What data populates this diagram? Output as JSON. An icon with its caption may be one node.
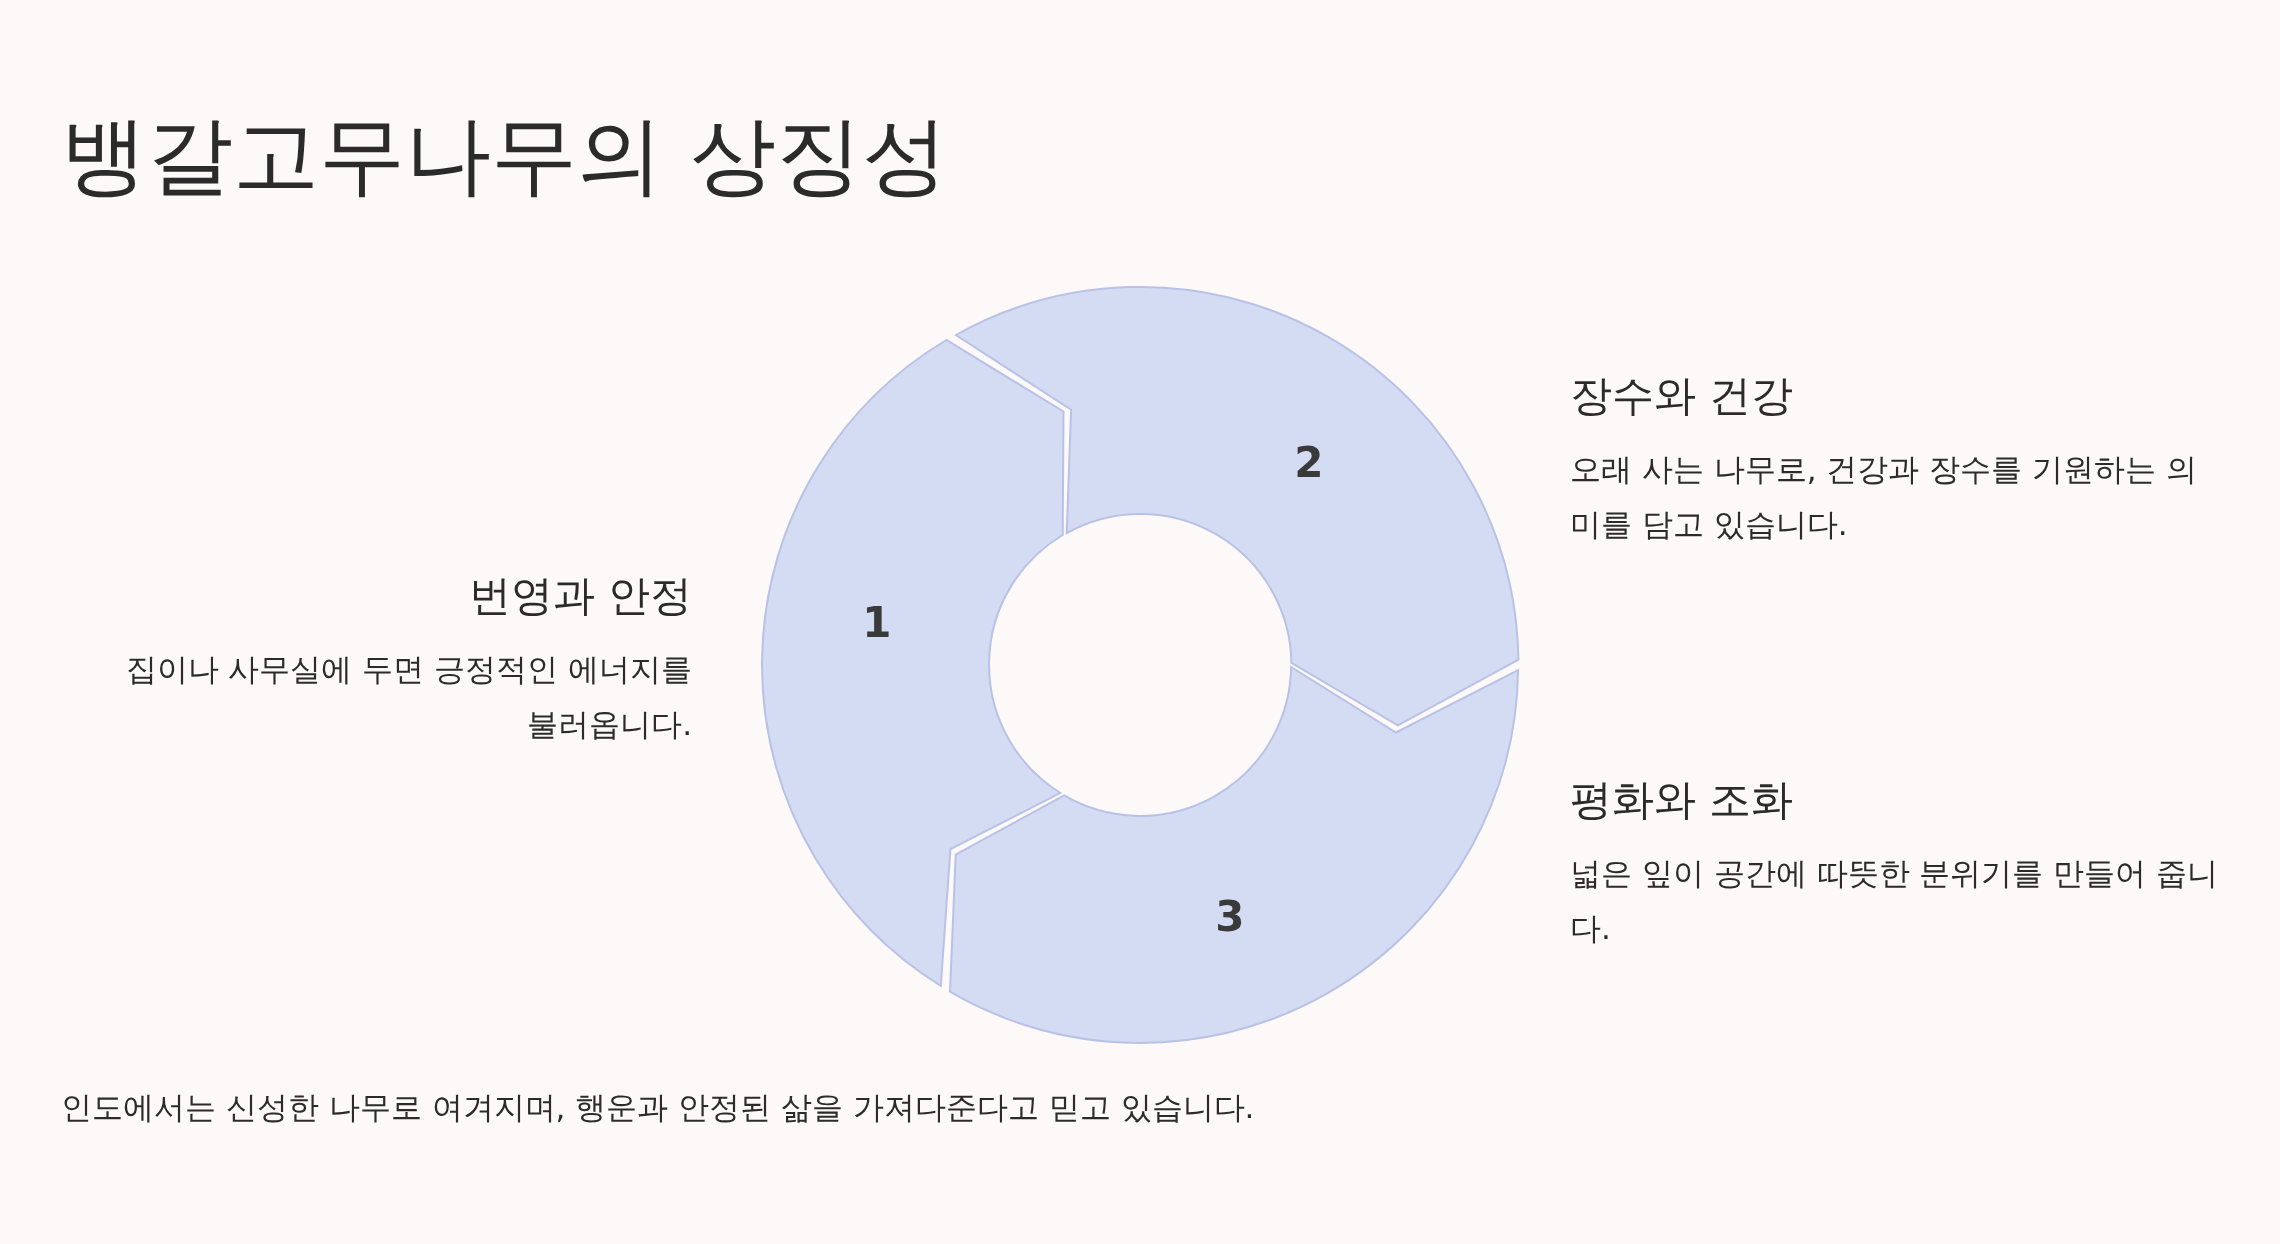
{
  "diagram": {
    "title": "뱅갈고무나무의 상징성",
    "nodes": [
      {
        "text": [
          "1"
        ],
        "beside": [
          "번영과 안정",
          "집이나 사무실에 두면 긍정적인 에너지를 불러옵니다."
        ]
      },
      {
        "text": [
          "2"
        ],
        "beside": [
          "장수와 건강",
          "오래 사는 나무로, 건강과 장수를 기원하는 의미를 담고 있습니다."
        ]
      },
      {
        "text": [
          "3"
        ],
        "beside": [
          "평화와 조화",
          "넓은 잎이 공간에 따뜻한 분위기를 만들어 줍니다."
        ]
      }
    ],
    "caption": "인도에서는 신성한 나무로 여겨지며, 행운과 안정된 삶을 가져다준다고 믿고 있습니다."
  }
}
